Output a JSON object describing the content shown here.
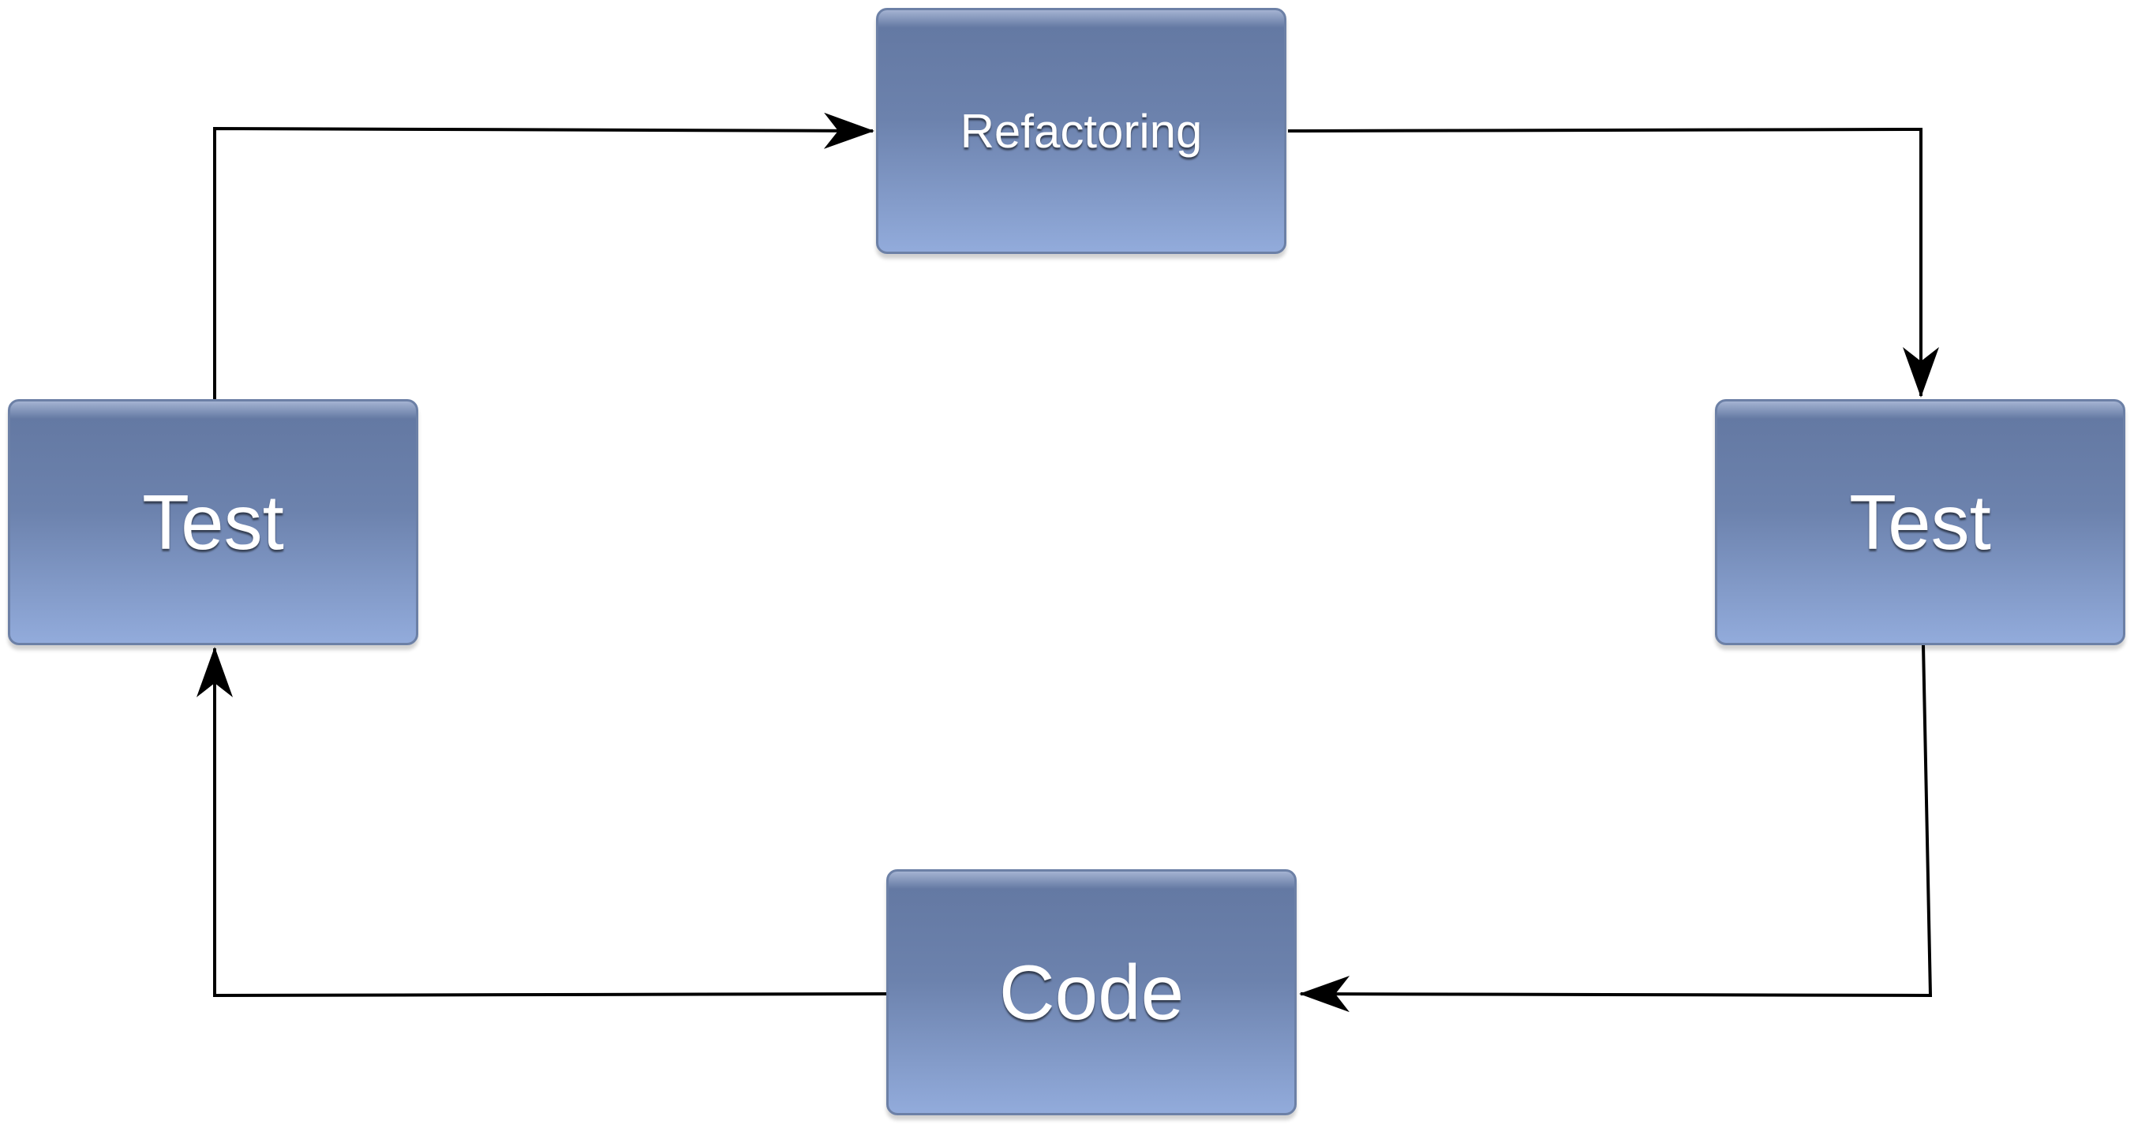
{
  "diagram": {
    "nodes": {
      "refactoring": {
        "label": "Refactoring"
      },
      "test_left": {
        "label": "Test"
      },
      "test_right": {
        "label": "Test"
      },
      "code": {
        "label": "Code"
      }
    },
    "edges": [
      {
        "from": "test_left",
        "to": "refactoring"
      },
      {
        "from": "refactoring",
        "to": "test_right"
      },
      {
        "from": "test_right",
        "to": "code"
      },
      {
        "from": "code",
        "to": "test_left"
      }
    ],
    "colors": {
      "node_top": "#6479a3",
      "node_bottom": "#92abdb",
      "node_border": "#6c80a6",
      "label": "#ffffff",
      "connector": "#000000"
    }
  }
}
